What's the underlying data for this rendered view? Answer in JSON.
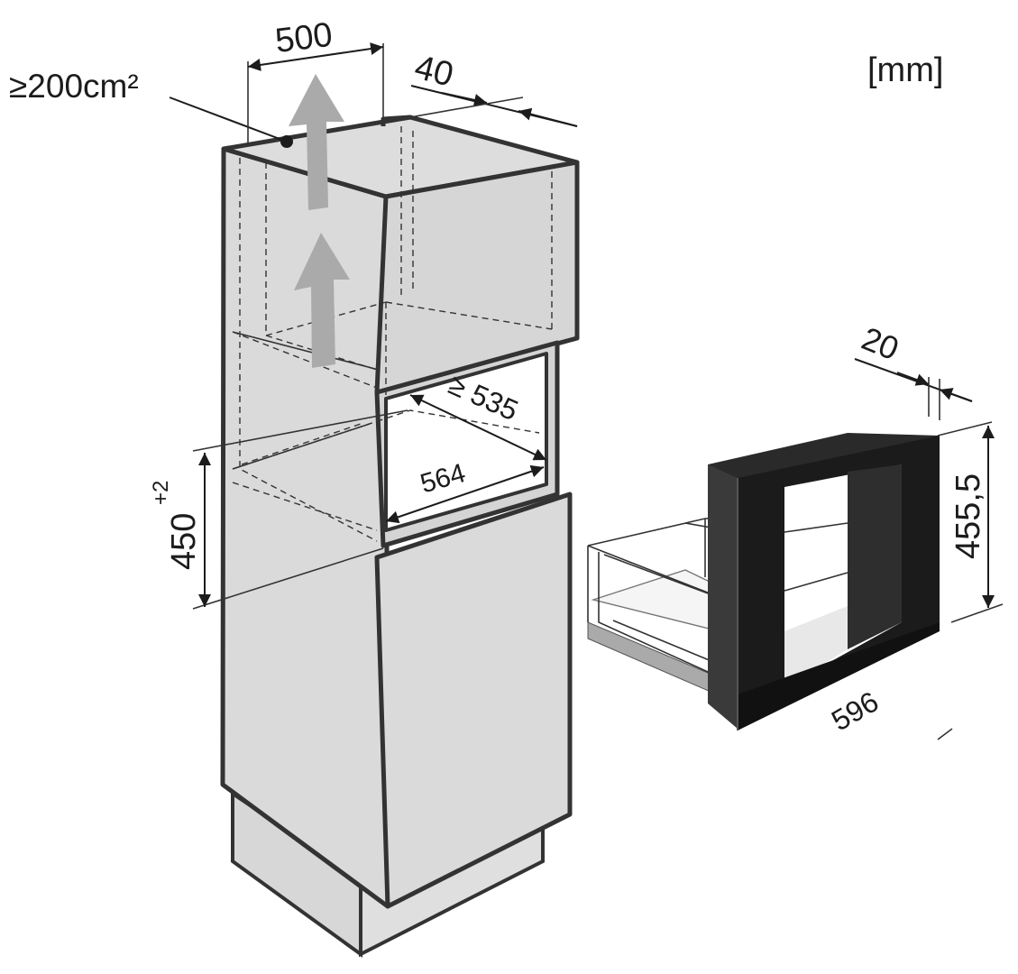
{
  "unit_label": "[mm]",
  "dimensions": {
    "ventilation_area": "≥200cm²",
    "cabinet_depth": "500",
    "rear_gap": "40",
    "niche_depth_min": "≥ 535",
    "niche_width": "564",
    "niche_height": "450",
    "niche_height_tolerance": "+2",
    "frame_depth": "20",
    "appliance_height": "455,5",
    "appliance_width": "596"
  },
  "colors": {
    "cabinet_fill": "#d9dad9",
    "cabinet_edge": "#333333",
    "airflow_arrow": "#a9aaa9",
    "frame_front": "#1b1b1b",
    "frame_side": "#3a3a3a"
  }
}
